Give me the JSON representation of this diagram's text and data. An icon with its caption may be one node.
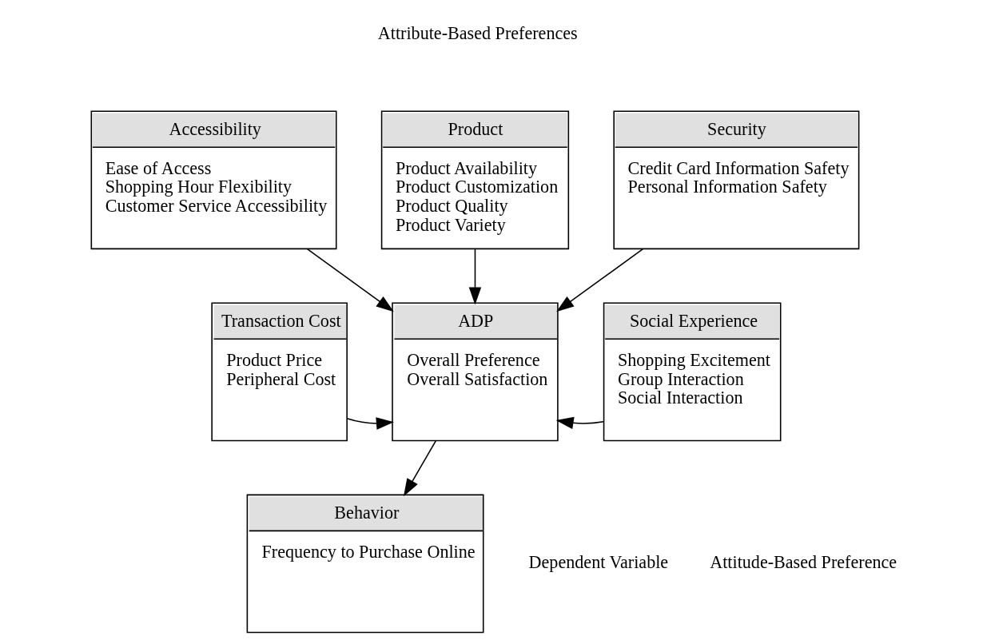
{
  "diagram": {
    "nodes": [
      {
        "text": [
          "Accessibility",
          "Ease of Access",
          "Shopping Hour Flexibility",
          "Customer Service Accessibility"
        ]
      },
      {
        "text": [
          "Product",
          "Product Availability",
          "Product Customization",
          "Product Quality",
          "Product Variety"
        ]
      },
      {
        "text": [
          "Security",
          "Credit Card Information Safety",
          "Personal Information Safety"
        ]
      },
      {
        "text": [
          "Transaction Cost",
          "Product Price",
          "Peripheral Cost"
        ]
      },
      {
        "text": [
          "Social Experience",
          "Shopping Excitement",
          "Group Interaction",
          "Social Interaction"
        ]
      },
      {
        "text": [
          "ADP",
          "Overall Preference",
          "Overall Satisfaction"
        ]
      },
      {
        "text": [
          "Behavior",
          "Frequency to Purchase Online"
        ]
      }
    ],
    "edges": [
      {
        "from": 0,
        "to": 5,
        "arrow": "to"
      },
      {
        "from": 1,
        "to": 5,
        "arrow": "to"
      },
      {
        "from": 2,
        "to": 5,
        "arrow": "to"
      },
      {
        "from": 3,
        "to": 5,
        "arrow": "to"
      },
      {
        "from": 4,
        "to": 5,
        "arrow": "to"
      },
      {
        "from": 5,
        "to": 6,
        "arrow": "to"
      }
    ],
    "labels": [
      "Attribute-Based Preferences",
      "Attitude-Based Preference",
      "Dependent Variable"
    ]
  }
}
